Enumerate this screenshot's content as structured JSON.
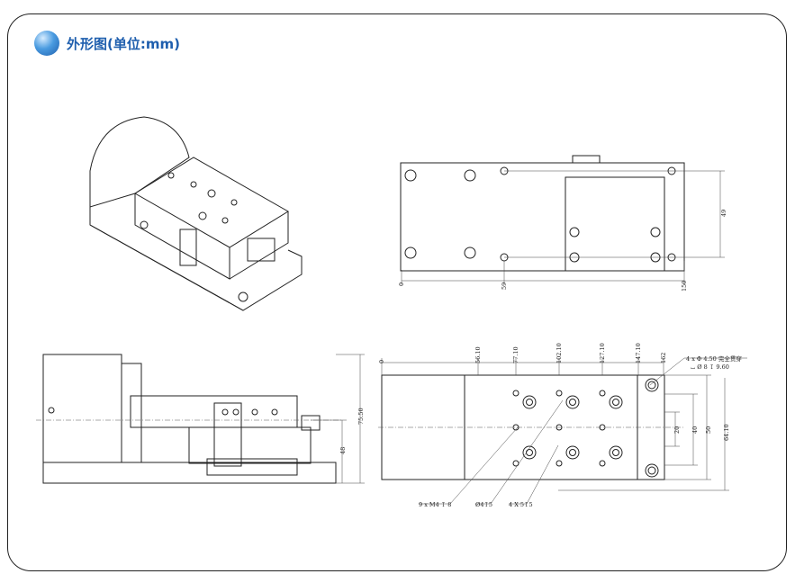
{
  "header": {
    "title": "外形图(单位:mm)",
    "icon": "blue-sphere-icon"
  },
  "top_view": {
    "dims": {
      "height": "49",
      "x0": "0",
      "x1": "59",
      "x2": "150"
    }
  },
  "side_view": {
    "dims": {
      "overall_height": "75.50",
      "base_height": "48"
    }
  },
  "bottom_view": {
    "x_dims": [
      "0",
      "56.10",
      "77.10",
      "102.10",
      "127.10",
      "147.10",
      "162"
    ],
    "y_dims": [
      "20",
      "40",
      "50",
      "64.10"
    ],
    "callout_holes": "4 x Φ 4.50 完全贯穿",
    "callout_cbore": "⌴ Ø 8 ↧ 9.60",
    "notes": [
      "9 x M4 ↧ 8",
      "Ø4↧5",
      "4 X 5↧5"
    ]
  }
}
